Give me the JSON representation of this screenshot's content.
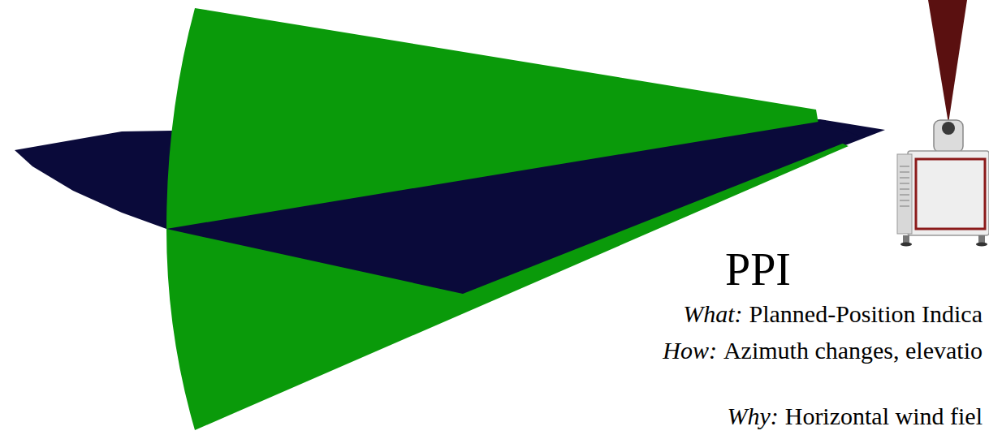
{
  "diagram": {
    "title": "PPI",
    "labels": [
      "What:",
      "Planned-Position Indica",
      "How:",
      "Azimuth changes, elevatio",
      "Why:",
      "Horizontal wind fiel"
    ]
  }
}
